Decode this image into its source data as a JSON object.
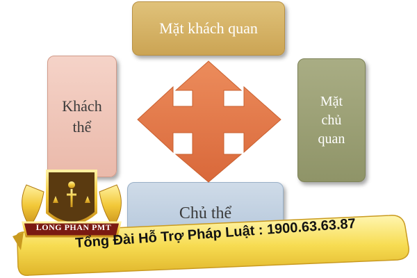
{
  "diagram": {
    "top_label": "Mặt khách quan",
    "left_label": "Khách\nthể",
    "right_label": "Mặt\nchủ\nquan",
    "bottom_label": "Chủ thể",
    "colors": {
      "top": "#cba454",
      "left": "#eab9aa",
      "right": "#8f9468",
      "bottom": "#b6c8dc",
      "arrow": "#e07a4a"
    }
  },
  "brand": {
    "logo_text": "LONG PHAN PMT",
    "hotline": "Tổng Đài Hỗ Trợ Pháp Luật : 1900.63.63.87"
  }
}
